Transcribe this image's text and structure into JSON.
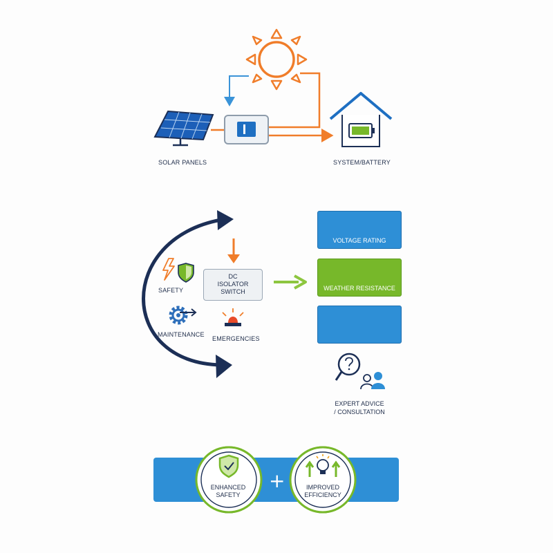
{
  "top_flow": {
    "solar_panels_label": "SOLAR PANELS",
    "system_battery_label": "SYSTEM/BATTERY"
  },
  "middle_flow": {
    "isolator_lines": [
      "DC",
      "ISOLATOR",
      "SWITCH"
    ],
    "safety_label": "SAFETY",
    "maintenance_label": "MAINTENANCE",
    "emergencies_label": "EMERGENCIES",
    "cards": {
      "voltage_rating": "VOLTAGE RATING",
      "weather_resistance": "WEATHER RESISTANCE"
    },
    "expert_lines": [
      "EXPERT ADVICE",
      "/ CONSULTATION"
    ]
  },
  "bottom_banner": {
    "badge_safety_lines": [
      "ENHANCED",
      "SAFETY"
    ],
    "plus_symbol": "+",
    "badge_efficiency_lines": [
      "IMPROVED",
      "EFFICIENCY"
    ]
  },
  "colors": {
    "blue": "#2e8fd6",
    "green": "#77b82a",
    "orange": "#f07d2a",
    "navy": "#1c2f56"
  },
  "icons": [
    "sun-icon",
    "solar-panel-icon",
    "isolator-switch-icon",
    "house-icon",
    "battery-icon",
    "lightning-icon",
    "shield-icon",
    "gear-icon",
    "siren-icon",
    "gauge-icon",
    "cloud-sun-icon",
    "cloud-rain-icon",
    "tools-icon",
    "magnifier-question-icon",
    "users-icon",
    "shield-check-icon",
    "lightbulb-icon"
  ]
}
